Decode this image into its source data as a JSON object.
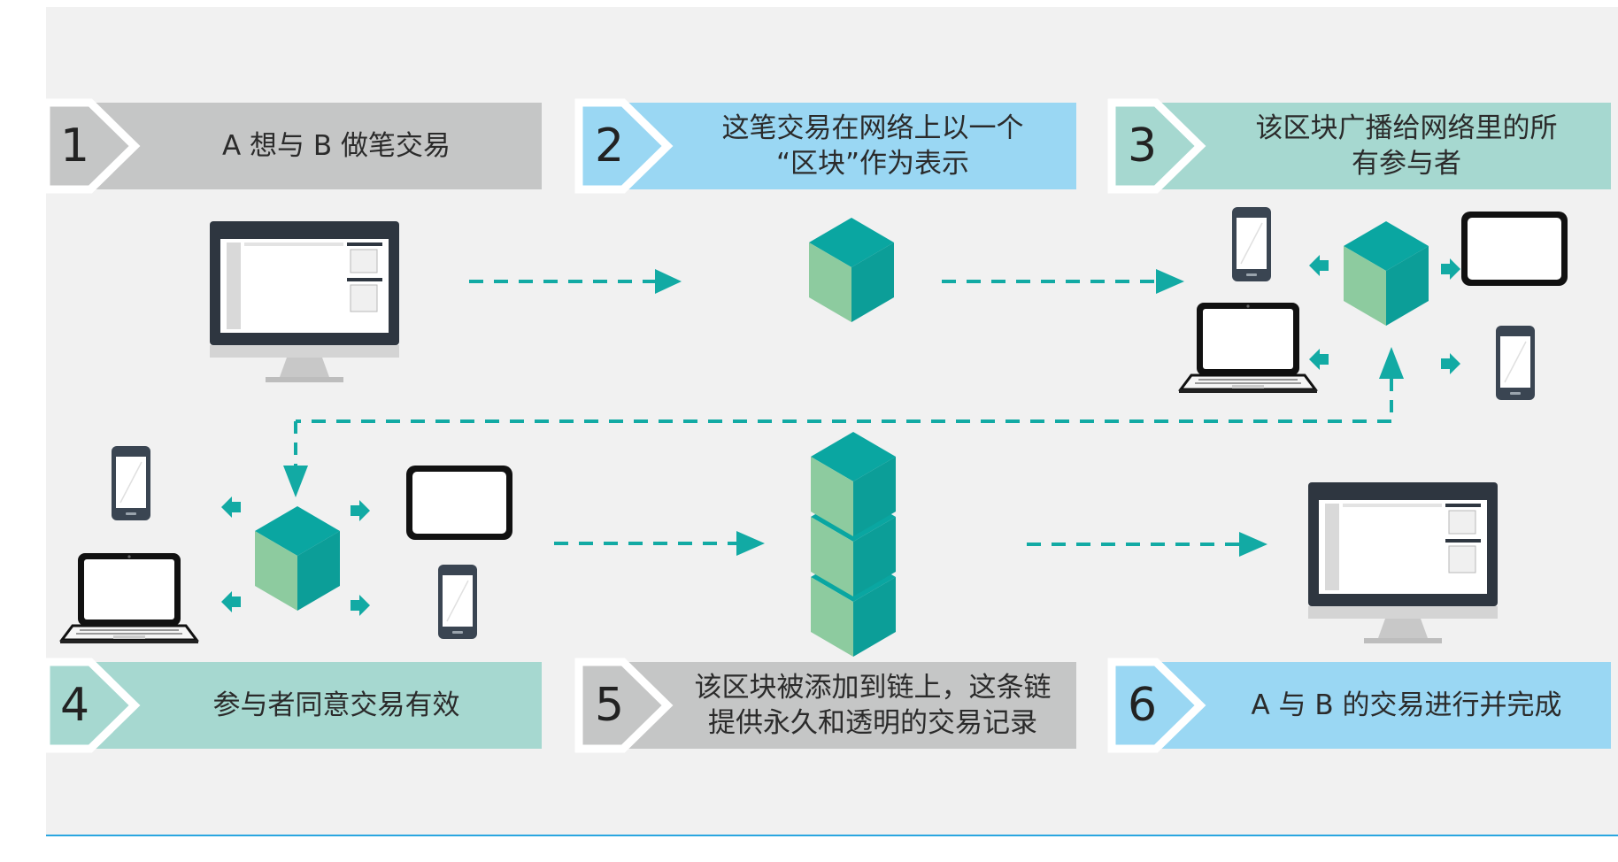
{
  "colors": {
    "background": "#f1f1f1",
    "gray": "#c5c6c6",
    "blue": "#9ad7f3",
    "teal": "#a6d8d0",
    "cube_top": "#0aa6a1",
    "cube_left": "#8dcb9f",
    "cube_right": "#0c9e98",
    "arrow": "#12aaa4",
    "bottom_rule": "#2aa6e0"
  },
  "steps": [
    {
      "number": "1",
      "lines": [
        "A 想与 B 做笔交易"
      ]
    },
    {
      "number": "2",
      "lines": [
        "这笔交易在网络上以一个",
        "“区块”作为表示"
      ]
    },
    {
      "number": "3",
      "lines": [
        "该区块广播给网络里的所",
        "有参与者"
      ]
    },
    {
      "number": "4",
      "lines": [
        "参与者同意交易有效"
      ]
    },
    {
      "number": "5",
      "lines": [
        "该区块被添加到链上，这条链",
        "提供永久和透明的交易记录"
      ]
    },
    {
      "number": "6",
      "lines": [
        "A 与 B 的交易进行并完成"
      ]
    }
  ],
  "icons": [
    "desktop-monitor-icon",
    "block-cube-icon",
    "smartphone-icon",
    "laptop-icon",
    "tablet-icon",
    "arrow-left-icon",
    "arrow-right-icon",
    "arrow-up-icon",
    "arrow-down-icon"
  ]
}
